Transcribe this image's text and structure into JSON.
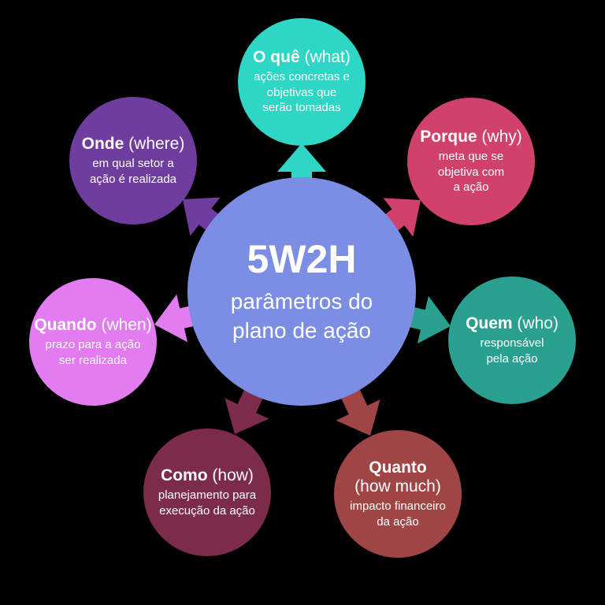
{
  "background": "#000000",
  "center": {
    "heading": "5W2H",
    "line1": "parâmetros do",
    "line2": "plano de ação",
    "color": "#7c8ee3"
  },
  "nodes": [
    {
      "key": "o-que",
      "title": "O quê",
      "paren": "(what)",
      "line1": "ações concretas e",
      "line2": "objetivas que",
      "line3": "serão tomadas",
      "color": "#2ed7c5"
    },
    {
      "key": "porque",
      "title": "Porque",
      "paren": "(why)",
      "line1": "meta que se",
      "line2": "objetiva com",
      "line3": "a ação",
      "color": "#d0426b"
    },
    {
      "key": "quem",
      "title": "Quem",
      "paren": "(who)",
      "line1": "responsável",
      "line2": "pela ação",
      "line3": "",
      "color": "#2aa091"
    },
    {
      "key": "quanto",
      "title": "Quanto",
      "paren": "(how much)",
      "line1": "impacto financeiro",
      "line2": "da ação",
      "line3": "",
      "color": "#9f4545"
    },
    {
      "key": "como",
      "title": "Como",
      "paren": "(how)",
      "line1": "planejamento para",
      "line2": "execução da ação",
      "line3": "",
      "color": "#7c2b4a"
    },
    {
      "key": "quando",
      "title": "Quando",
      "paren": "(when)",
      "line1": "prazo para a ação",
      "line2": "ser realizada",
      "line3": "",
      "color": "#e27cf0"
    },
    {
      "key": "onde",
      "title": "Onde",
      "paren": "(where)",
      "line1": "em qual setor a",
      "line2": "ação é realizada",
      "line3": "",
      "color": "#6f3d9d"
    }
  ]
}
